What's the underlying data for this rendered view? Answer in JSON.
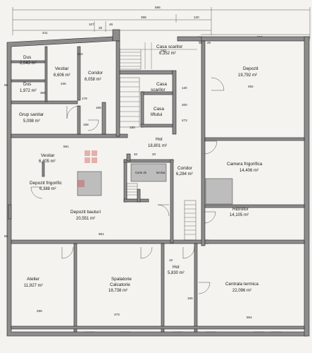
{
  "rooms": {
    "dus1": {
      "name": "Dus",
      "area": "2,043 m²"
    },
    "dus2": {
      "name": "Dus",
      "area": "1,972 m²"
    },
    "vestiar1": {
      "name": "Vestiar",
      "area": "6,606 m²"
    },
    "coridor1": {
      "name": "Coridor",
      "area": "6,058 m²"
    },
    "casa_scarilor": {
      "name": "Casa scarilor",
      "area": "6,352 m²"
    },
    "depozit": {
      "name": "Depozit",
      "area": "19,792 m²"
    },
    "casa_scarilor2": {
      "name": "Casa",
      "name2": "scarilor"
    },
    "grup_sanitar": {
      "name": "Grup sanitar",
      "area": "5,098 m²"
    },
    "casa_liftului": {
      "name": "Casa",
      "name2": "liftului"
    },
    "hol1": {
      "name": "Hol",
      "area": "18,801 m²"
    },
    "vestiar2": {
      "name": "Vestiar",
      "area": "6,405 m²"
    },
    "camera_frigorifica": {
      "name": "Camera frigorifica",
      "area": "14,406 m²"
    },
    "curte_lumina": {
      "name": "Curte de",
      "name2": "lumina"
    },
    "coridor2": {
      "name": "Coridor",
      "area": "6,284 m²"
    },
    "depozit_frigorific": {
      "name": "Depozit frigorific",
      "area": "6,388 m²"
    },
    "hidrofor": {
      "name": "Hidrofor",
      "area": "14,105 m²"
    },
    "depozit_bauturi": {
      "name": "Depozit bauturi",
      "area": "20,551 m²"
    },
    "atelier": {
      "name": "Atelier",
      "area": "11,927 m²"
    },
    "spalatorie": {
      "name": "Spalatorie",
      "name2": "Calcatorie",
      "area": "18,738 m²"
    },
    "hol2": {
      "name": "Hol",
      "area": "5,830 m²"
    },
    "centrala": {
      "name": "Centrala termica",
      "area": "22,096 m²"
    }
  },
  "dims": {
    "d586": "586",
    "d368": "368",
    "d120": "120",
    "d107": "107",
    "d20a": "20",
    "d46": "46",
    "d441": "441",
    "d506": "506",
    "d522": "522",
    "d342": "342",
    "d30": "30",
    "d20b": "20",
    "d163": "163",
    "d346": "346",
    "d365": "365",
    "d178": "178",
    "d50a": "50",
    "d130": "130",
    "d492": "492",
    "d200": "200",
    "d186": "186",
    "d168": "168",
    "d150": "150",
    "d473": "473",
    "d581": "581",
    "d40a": "40",
    "d20c": "20",
    "d861": "861",
    "d299": "299",
    "d470": "470",
    "d554": "554",
    "d155": "155",
    "d50b": "50",
    "d10": "10"
  }
}
